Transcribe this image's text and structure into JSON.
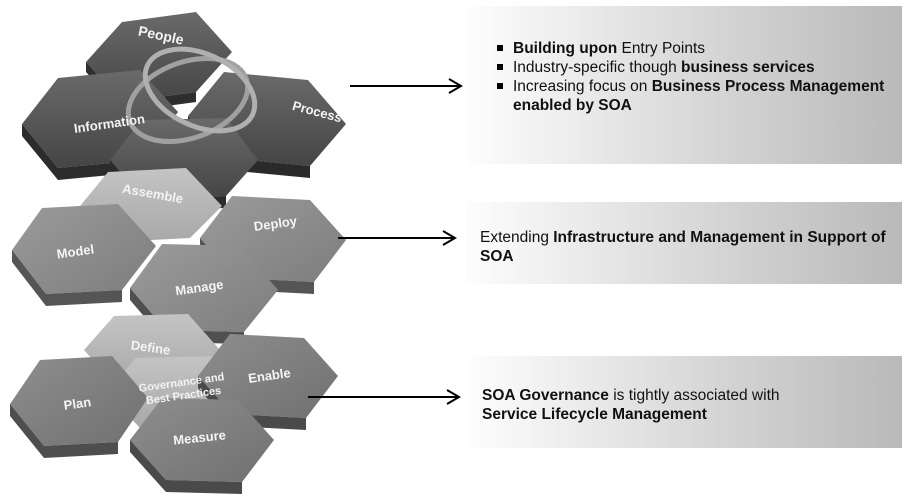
{
  "hexagons": {
    "top": {
      "people": "People",
      "information": "Information",
      "process": "Process"
    },
    "middle": {
      "assemble": "Assemble",
      "model": "Model",
      "deploy": "Deploy",
      "manage": "Manage"
    },
    "bottom": {
      "define": "Define",
      "plan": "Plan",
      "governance_line1": "Governance and",
      "governance_line2": "Best Practices",
      "enable": "Enable",
      "measure": "Measure"
    }
  },
  "panels": {
    "top": {
      "bullets": [
        {
          "bold": "Building upon",
          "text": " Entry Points"
        },
        {
          "text": "Industry-specific though ",
          "bold": "business services"
        },
        {
          "text": "Increasing focus on ",
          "bold": "Business Process Management enabled by SOA"
        }
      ]
    },
    "middle": {
      "text": "Extending ",
      "bold": "Infrastructure and Management in Support of SOA"
    },
    "bottom": {
      "bold1": "SOA Governance",
      "text": " is tightly associated with ",
      "bold2": "Service Lifecycle Management"
    }
  }
}
